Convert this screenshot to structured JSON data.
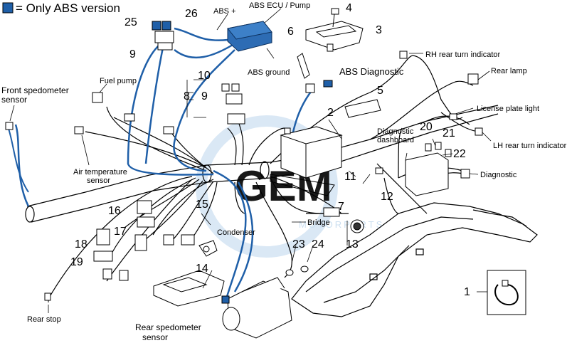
{
  "legend": {
    "text": "= Only ABS version",
    "swatch_color": "#1f5fa8"
  },
  "labels": {
    "abs_plus": "ABS +",
    "abs_ecu": "ABS ECU / Pump",
    "abs_ground": "ABS ground",
    "abs_diagnostic": "ABS Diagnostic",
    "rh_turn": "RH rear turn indicator",
    "rear_lamp": "Rear lamp",
    "license_plate": "License plate light",
    "lh_turn": "LH rear turn indicator",
    "diagnostic_dashboard_1": "Diagnostic",
    "diagnostic_dashboard_2": "dashboard",
    "diagnostic": "Diagnostic",
    "fuel_pump": "Fuel pump",
    "front_speedo_1": "Front spedometer",
    "front_speedo_2": "sensor",
    "air_temp_1": "Air temperature",
    "air_temp_2": "sensor",
    "condenser": "Condenser",
    "bridge": "Bridge",
    "rear_stop": "Rear stop",
    "rear_speedo_1": "Rear spedometer",
    "rear_speedo_2": "sensor"
  },
  "numbers": {
    "n1": "1",
    "n2": "2",
    "n3": "3",
    "n4": "4",
    "n5": "5",
    "n6": "6",
    "n7": "7",
    "n8": "8",
    "n9a": "9",
    "n9b": "9",
    "n10": "10",
    "n11": "11",
    "n12": "12",
    "n13": "13",
    "n14": "14",
    "n15": "15",
    "n16": "16",
    "n17": "17",
    "n18": "18",
    "n19": "19",
    "n20": "20",
    "n21": "21",
    "n22": "22",
    "n23": "23",
    "n24": "24",
    "n25": "25",
    "n26": "26"
  },
  "watermark": {
    "big": "GEM",
    "small": "MOTORPARTS"
  },
  "colors": {
    "abs_wire": "#1f5fa8",
    "watermark": "#cfe2f3",
    "line": "#000000"
  }
}
